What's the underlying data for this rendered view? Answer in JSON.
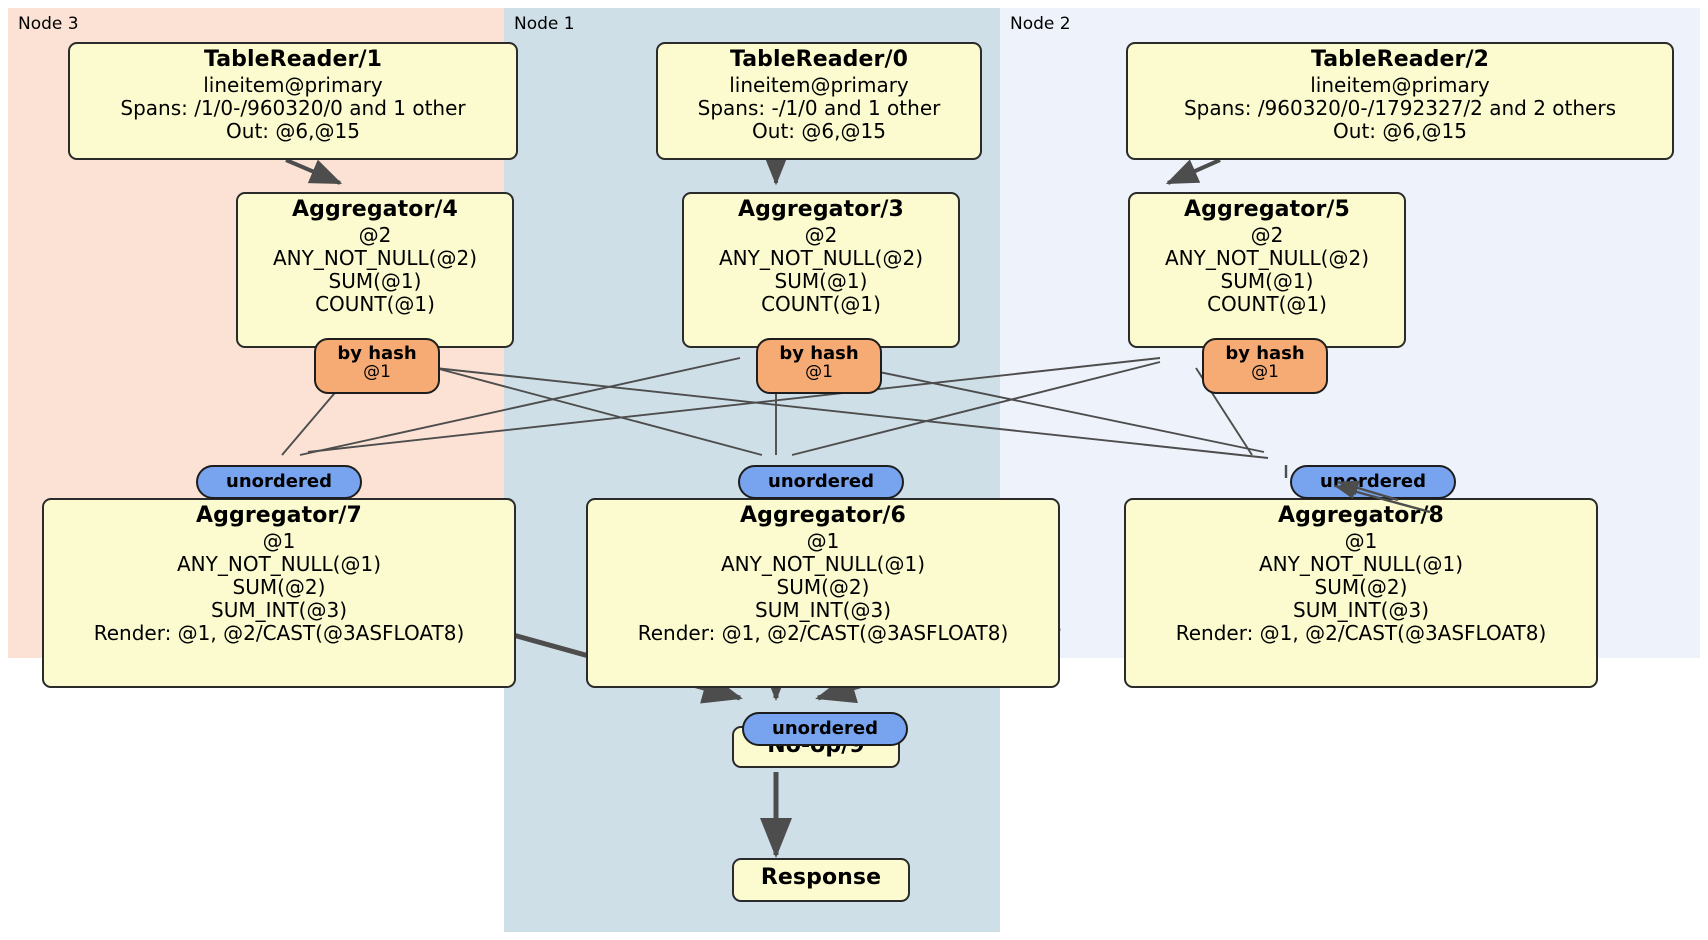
{
  "diagram": {
    "type": "distributed-query-plan",
    "title": "",
    "colors": {
      "node3_bg": "#fbe2d5",
      "node1_bg": "#cfdfe8",
      "node2_bg": "#edf2fb",
      "processor_bg": "#fbfbcf",
      "router_bg": "#f7ab74",
      "collector_bg": "#78a4ef",
      "edge": "#4d4d4d"
    }
  },
  "regions": [
    {
      "id": "node3",
      "label": "Node 3"
    },
    {
      "id": "node1",
      "label": "Node 1"
    },
    {
      "id": "node2",
      "label": "Node 2"
    }
  ],
  "processors": {
    "table_reader_1": {
      "title": "TableReader/1",
      "lines": [
        "lineitem@primary",
        "Spans: /1/0-/960320/0 and 1 other",
        "Out: @6,@15"
      ]
    },
    "table_reader_0": {
      "title": "TableReader/0",
      "lines": [
        "lineitem@primary",
        "Spans: -/1/0 and 1 other",
        "Out: @6,@15"
      ]
    },
    "table_reader_2": {
      "title": "TableReader/2",
      "lines": [
        "lineitem@primary",
        "Spans: /960320/0-/1792327/2 and 2 others",
        "Out: @6,@15"
      ]
    },
    "aggregator_4": {
      "title": "Aggregator/4",
      "lines": [
        "@2",
        "ANY_NOT_NULL(@2)",
        "SUM(@1)",
        "COUNT(@1)"
      ]
    },
    "aggregator_3": {
      "title": "Aggregator/3",
      "lines": [
        "@2",
        "ANY_NOT_NULL(@2)",
        "SUM(@1)",
        "COUNT(@1)"
      ]
    },
    "aggregator_5": {
      "title": "Aggregator/5",
      "lines": [
        "@2",
        "ANY_NOT_NULL(@2)",
        "SUM(@1)",
        "COUNT(@1)"
      ]
    },
    "aggregator_7": {
      "title": "Aggregator/7",
      "lines": [
        "@1",
        "ANY_NOT_NULL(@1)",
        "SUM(@2)",
        "SUM_INT(@3)",
        "Render: @1, @2/CAST(@3ASFLOAT8)"
      ]
    },
    "aggregator_6": {
      "title": "Aggregator/6",
      "lines": [
        "@1",
        "ANY_NOT_NULL(@1)",
        "SUM(@2)",
        "SUM_INT(@3)",
        "Render: @1, @2/CAST(@3ASFLOAT8)"
      ]
    },
    "aggregator_8": {
      "title": "Aggregator/8",
      "lines": [
        "@1",
        "ANY_NOT_NULL(@1)",
        "SUM(@2)",
        "SUM_INT(@3)",
        "Render: @1, @2/CAST(@3ASFLOAT8)"
      ]
    },
    "noop_9": {
      "title": "No-op/9",
      "lines": []
    },
    "response": {
      "title": "Response",
      "lines": []
    }
  },
  "routers": [
    {
      "id": "by-hash-4",
      "label": "by hash",
      "sub": "@1"
    },
    {
      "id": "by-hash-3",
      "label": "by hash",
      "sub": "@1"
    },
    {
      "id": "by-hash-5",
      "label": "by hash",
      "sub": "@1"
    }
  ],
  "collectors": [
    {
      "id": "unordered-7",
      "label": "unordered"
    },
    {
      "id": "unordered-6",
      "label": "unordered"
    },
    {
      "id": "unordered-8",
      "label": "unordered"
    },
    {
      "id": "unordered-9",
      "label": "unordered"
    }
  ]
}
